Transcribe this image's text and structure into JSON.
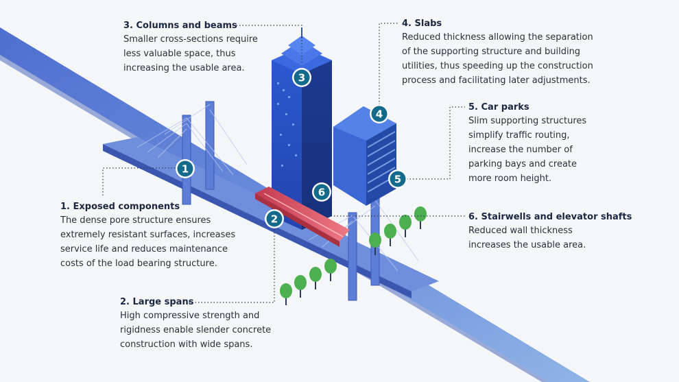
{
  "callouts": [
    {
      "title": "1. Exposed components",
      "text": "The dense pore structure ensures\nextremely resistant surfaces, increases\nservice life and reduces maintenance\ncosts of the load bearing structure."
    },
    {
      "title": "2. Large spans",
      "text": "High compressive strength and\nrigidness enable slender concrete\nconstruction with wide spans."
    },
    {
      "title": "3. Columns and beams",
      "text": "Smaller cross-sections require\nless valuable space, thus\nincreasing the usable area."
    },
    {
      "title": "4. Slabs",
      "text": "Reduced thickness allowing the separation\nof the supporting structure and building\nutilities, thus speeding up the construction\nprocess and facilitating later adjustments."
    },
    {
      "title": "5. Car parks",
      "text": "Slim supporting structures\nsimplify traffic routing,\nincrease the number of\nparking bays and create\nmore room height."
    },
    {
      "title": "6. Stairwells and elevator shafts",
      "text": "Reduced wall thickness\nincreases the usable area."
    }
  ],
  "badges": [
    "1",
    "2",
    "3",
    "4",
    "5",
    "6"
  ],
  "colors": {
    "badge_fill": "#136a8a",
    "road_blue": "#5b7fd6",
    "tower_blue": "#2a55c9",
    "train_red": "#d84a55",
    "tree_green": "#4caf50",
    "title_text": "#1b2740"
  }
}
